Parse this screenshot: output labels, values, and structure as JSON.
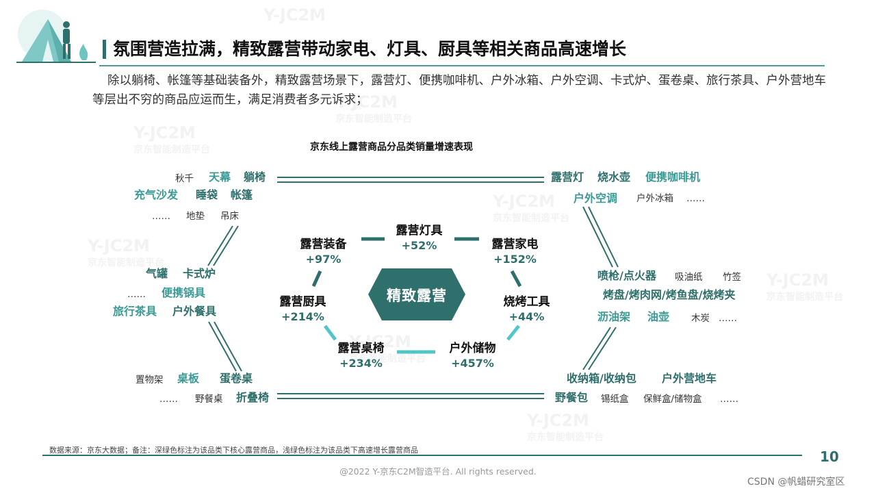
{
  "header": {
    "title": "氛围营造拉满，精致露营带动家电、灯具、厨具等相关商品高速增长",
    "intro": "除以躺椅、帐篷等基础装备外，精致露营场景下，露营灯、便携咖啡机、户外冰箱、户外空调、卡式炉、蛋卷桌、旅行茶具、户外营地车等层出不穷的商品应运而生，满足消费者多元诉求；"
  },
  "chart": {
    "title": "京东线上露营商品分品类销量增速表现",
    "hub": "精致露营",
    "categories": [
      {
        "name": "露营灯具",
        "growth": "+52%"
      },
      {
        "name": "露营装备",
        "growth": "+97%"
      },
      {
        "name": "露营家电",
        "growth": "+152%"
      },
      {
        "name": "露营厨具",
        "growth": "+214%"
      },
      {
        "name": "烧烤工具",
        "growth": "+44%"
      },
      {
        "name": "露营桌椅",
        "growth": "+234%"
      },
      {
        "name": "户外储物",
        "growth": "+457%"
      }
    ],
    "clusters": {
      "equipment": [
        "秋千",
        "天幕",
        "躺椅",
        "充气沙发",
        "睡袋",
        "帐篷",
        "……",
        "地垫",
        "吊床"
      ],
      "appliance": [
        "露营灯",
        "烧水壶",
        "便携咖啡机",
        "户外空调",
        "户外冰箱",
        "……"
      ],
      "kitchen": [
        "气罐",
        "卡式炉",
        "……",
        "便携锅具",
        "旅行茶具",
        "户外餐具"
      ],
      "bbq": [
        "喷枪/点火器",
        "吸油纸",
        "竹签",
        "烤盘/烤肉网/烤鱼盘/烧烤夹",
        "沥油架",
        "油壶",
        "木炭",
        "……"
      ],
      "table": [
        "置物架",
        "桌板",
        "蛋卷桌",
        "……",
        "野餐桌",
        "折叠椅"
      ],
      "storage": [
        "收纳箱/收纳包",
        "户外营地车",
        "野餐包",
        "锡纸盒",
        "保鲜盒/储物盒",
        "……"
      ]
    }
  },
  "footer": {
    "note": "数据来源：京东大数据；备注：深绿色标注为该品类下核心露营商品，浅绿色标注为该品类下高速增长露营商品",
    "page": "10",
    "copyright": "@2022 Y-京东C2M智造平台. All rights reserved.",
    "credit": "CSDN @帆蜡研究室区"
  },
  "watermark": {
    "brand": "Y-JC2M",
    "sub": "京东智能制造平台"
  },
  "colors": {
    "dark_teal": "#2e6f6b",
    "light_teal": "#4fc7c6",
    "hub": "#2f6f6c"
  }
}
